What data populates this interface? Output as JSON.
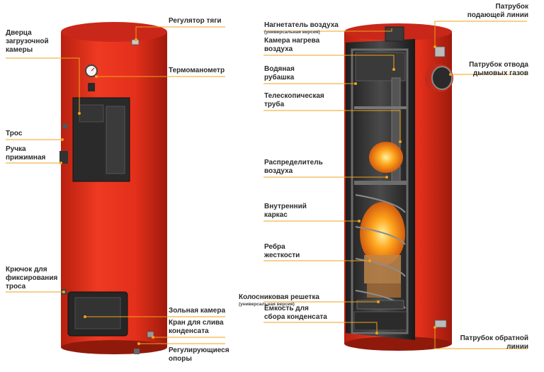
{
  "colors": {
    "boiler_red": "#e0301c",
    "boiler_dark_red": "#a81e10",
    "leader_line": "#f0a21a",
    "door_black": "#2a2a2a",
    "fire_orange": "#f57c10"
  },
  "labels_left": {
    "door": "Дверца\nзагрузочной\nкамеры",
    "draft": "Регулятор тяги",
    "thermo": "Термоманометр",
    "cable": "Трос",
    "handle": "Ручка\nприжимная",
    "hook": "Крючок для\nфиксирования\nтроса",
    "ash": "Зольная камера",
    "drain": "Кран для слива\nконденсата",
    "legs": "Регулирующиеся\nопоры"
  },
  "labels_right": {
    "blower": "Нагнетатель воздуха",
    "blower_note": "(универсальная версия)",
    "heat_chamber": "Камера нагрева\nвоздуха",
    "jacket": "Водяная\nрубашка",
    "tele_pipe": "Телескопическая\nтруба",
    "distributor": "Распределитель\nвоздуха",
    "frame": "Внутренний\nкаркас",
    "ribs": "Ребра\nжесткости",
    "grate": "Колосниковая решетка",
    "grate_note": "(универсальная версия)",
    "condensate": "Емкость для\nсбора конденсата",
    "supply": "Патрубок\nподающей линии",
    "flue": "Патрубок отвода\nдымовых газов",
    "return": "Патрубок обратной\nлинии"
  }
}
